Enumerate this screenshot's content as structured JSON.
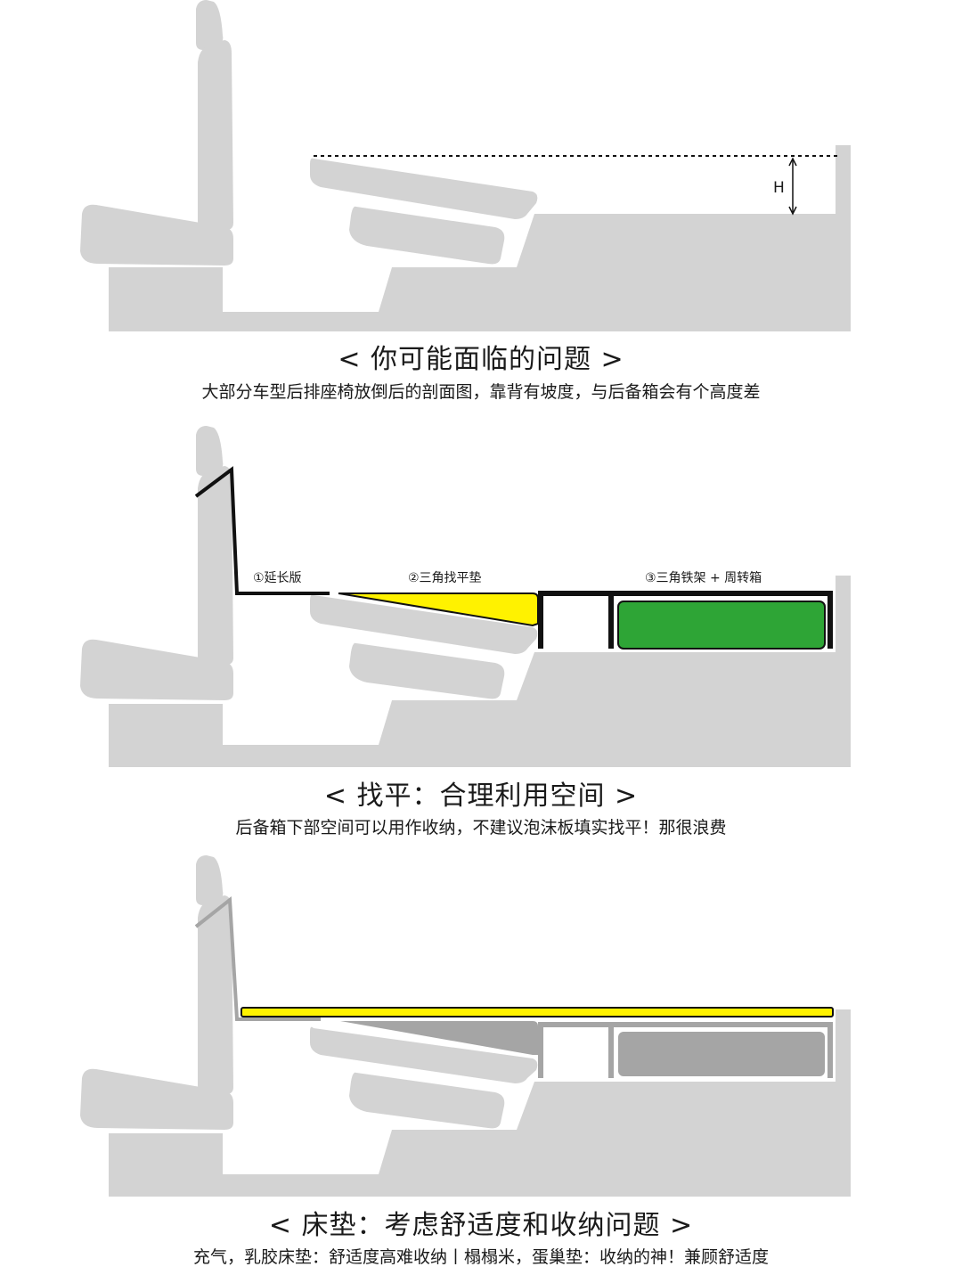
{
  "panels": [
    {
      "title": "< 你可能面临的问题 >",
      "caption": "大部分车型后排座椅放倒后的剖面图，靠背有坡度，与后备箱会有个高度差",
      "height_marker": "H"
    },
    {
      "title": "< 找平：合理利用空间 >",
      "caption": "后备箱下部空间可以用作收纳，不建议泡沫板填实找平！那很浪费",
      "labels": {
        "extension": "①延长版",
        "wedge": "②三角找平垫",
        "rack": "③三角铁架 + 周转箱"
      }
    },
    {
      "title": "< 床垫：考虑舒适度和收纳问题 >",
      "caption": "充气，乳胶床垫：舒适度高难收纳丨榻榻米，蛋巢垫：收纳的神！兼顾舒适度"
    }
  ],
  "colors": {
    "seat_gray": "#d3d3d3",
    "frame_black": "#111111",
    "wedge_yellow": "#fff200",
    "box_green": "#2ea536",
    "mattress_yellow": "#fff200",
    "faded_gray": "#a5a5a5"
  }
}
